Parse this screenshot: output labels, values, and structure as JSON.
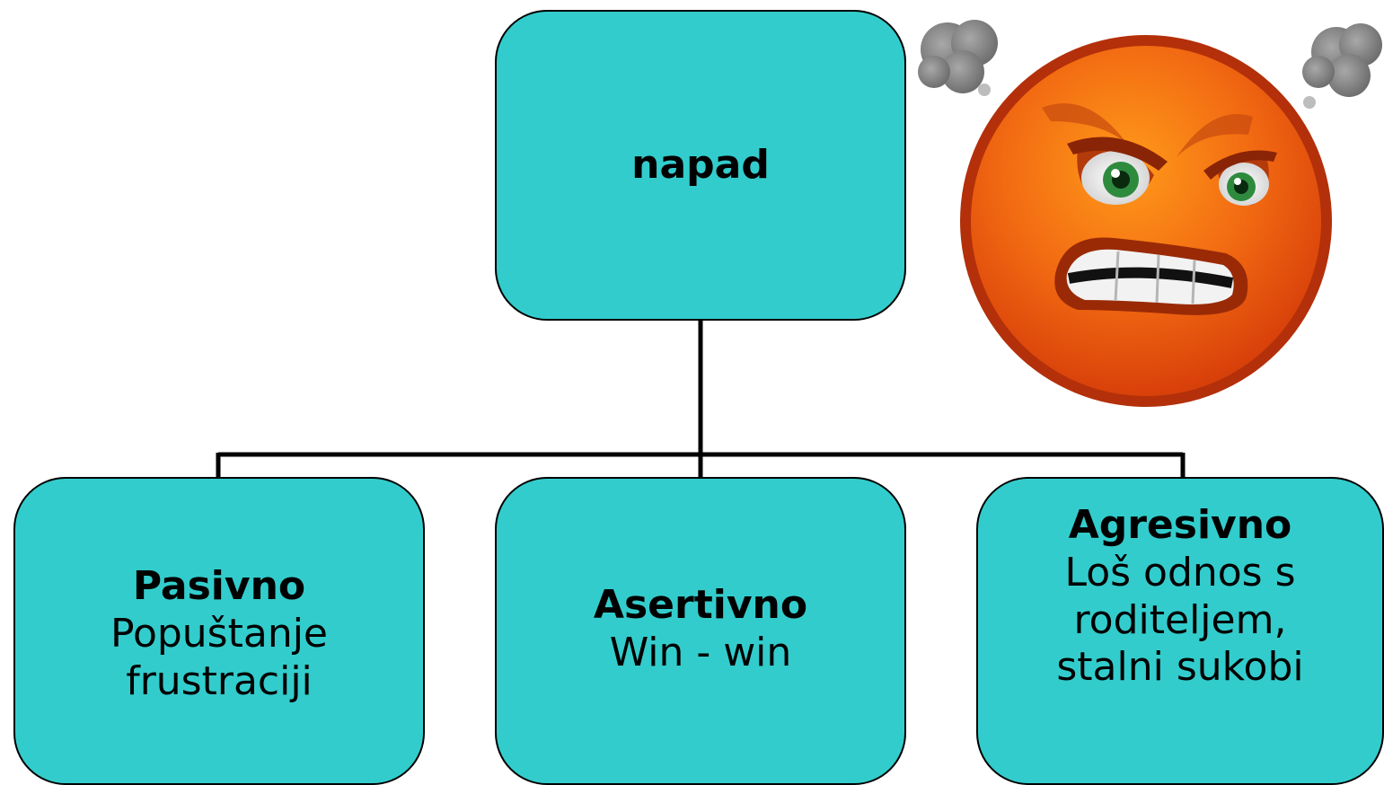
{
  "diagram": {
    "root": {
      "label": "napad"
    },
    "children": [
      {
        "title": "Pasivno",
        "text": "Popuštanje\nfrustraciji"
      },
      {
        "title": "Asertivno",
        "text": "Win - win"
      },
      {
        "title": "Agresivno",
        "text": "Loš odnos s\nroditeljem,\nstalni sukobi"
      }
    ],
    "colors": {
      "node_fill": "#33cccc",
      "node_border": "#000000",
      "connector": "#000000"
    }
  },
  "illustration": {
    "icon": "angry-face-icon",
    "colors": {
      "face": "#ee5511",
      "rim": "#b02a08",
      "eyes": "#2e8b3e",
      "smoke": "#888888"
    }
  }
}
